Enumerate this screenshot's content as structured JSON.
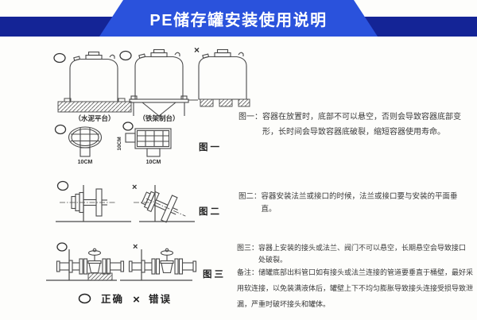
{
  "header": {
    "title": "PE储存罐安装使用说明",
    "bar_color": "#142496",
    "ribbon_color": "#2a52dc",
    "text_color": "#ffffff"
  },
  "diagram": {
    "marks": {
      "ok": "○",
      "bad": "×"
    },
    "fig1": {
      "label": "图一",
      "platform1_label": "（水泥平台）",
      "platform2_label": "（铁架制台）",
      "dim_circle": "10CM",
      "dim_side": "10CM",
      "dim_bottom": "10CM"
    },
    "fig2": {
      "label": "图二"
    },
    "fig3": {
      "label": "图三"
    },
    "legend": {
      "ok_symbol": "○",
      "ok_label": "正确",
      "bad_symbol": "×",
      "bad_label": "错误"
    }
  },
  "notes": {
    "fig1": {
      "label": "图一：",
      "text": "容器在放置时，底部不可以悬空，否则会导致容器底部变形，长时间会导致容器底破裂，缩短容器使用寿命。"
    },
    "fig2": {
      "label": "图二：",
      "text": "容器安装法兰或接口的时候，法兰或接口要与安装的平面垂直。"
    },
    "fig3": {
      "label": "图三：",
      "text": "容器上安装的接头或法兰、阀门不可以悬空，长期悬空会导致接口处破裂。"
    },
    "remark": {
      "label": "备注：",
      "text": "储罐底部出料管口如有接头或法兰连接的管道要垂直于桶壁，最好采用软连接，以免装满液体后，罐壁上下不均匀膨胀导致接头连接受损导致泄漏，严重时破坏接头和罐体。"
    }
  }
}
